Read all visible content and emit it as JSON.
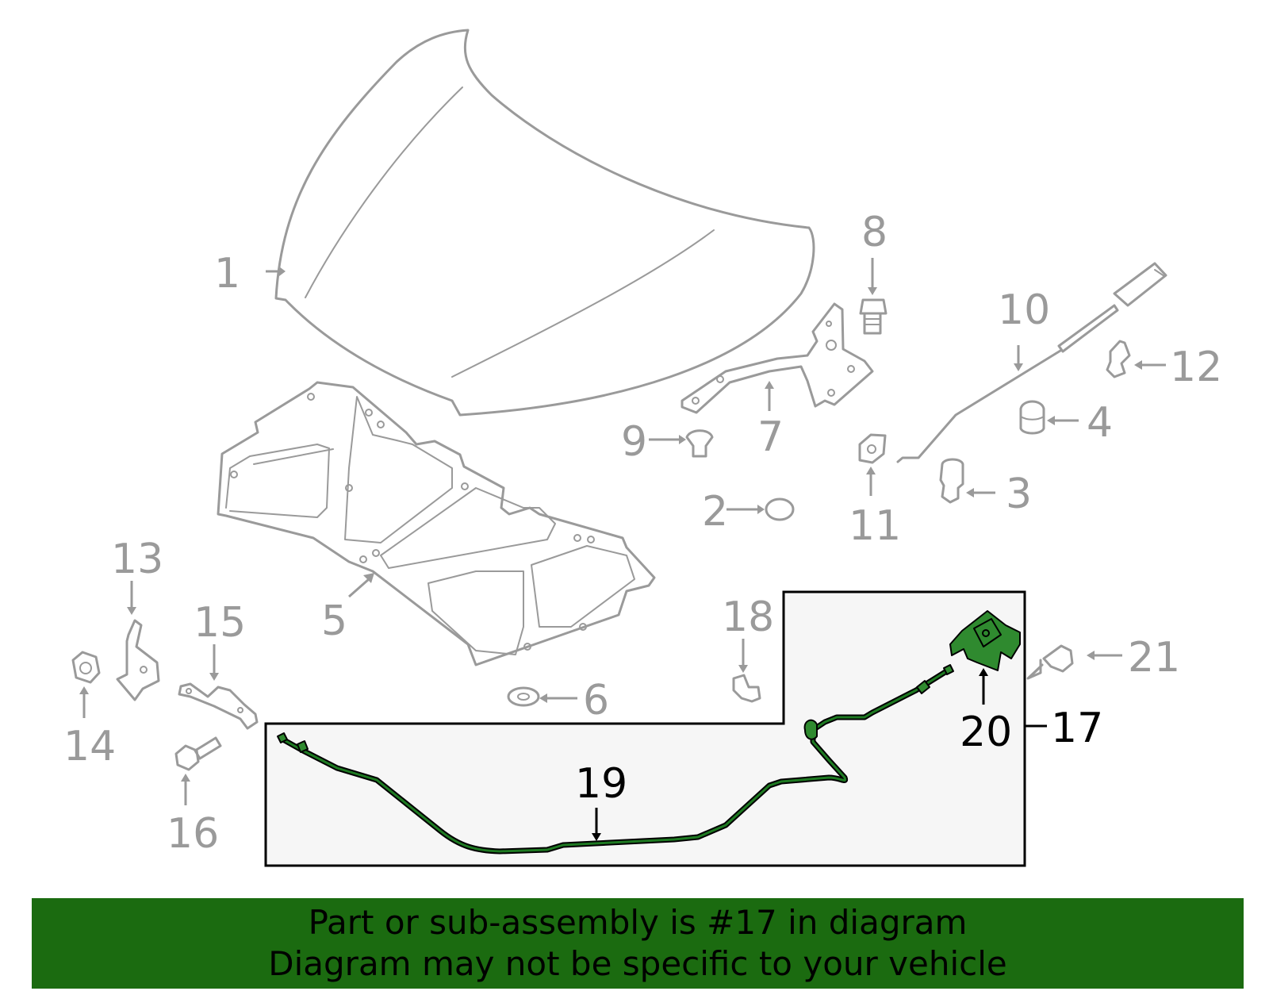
{
  "callouts": {
    "c1": "1",
    "c2": "2",
    "c3": "3",
    "c4": "4",
    "c5": "5",
    "c6": "6",
    "c7": "7",
    "c8": "8",
    "c9": "9",
    "c10": "10",
    "c11": "11",
    "c12": "12",
    "c13": "13",
    "c14": "14",
    "c15": "15",
    "c16": "16",
    "c17": "17",
    "c18": "18",
    "c19": "19",
    "c20": "20",
    "c21": "21"
  },
  "highlighted_part": "17",
  "colors": {
    "part_line": "#9a9a9a",
    "highlight_fill": "#2f8a2f",
    "banner_bg": "#1b6b10",
    "box_fill": "#f6f6f6"
  },
  "banner": {
    "line1": "Part or sub-assembly is #17 in diagram",
    "line2": "Diagram may not be specific to your vehicle"
  }
}
